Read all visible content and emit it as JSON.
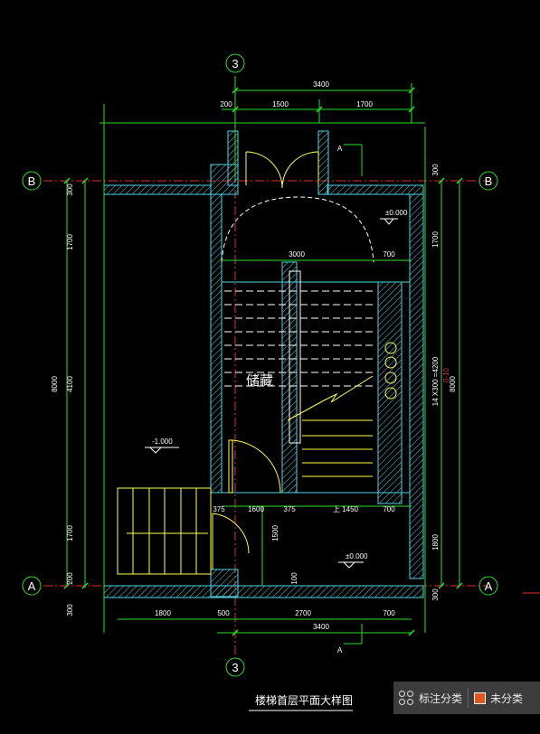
{
  "axes": {
    "col_3_top": "3",
    "col_3_bottom": "3",
    "row_B_left": "B",
    "row_B_right": "B",
    "row_A_left": "A",
    "row_A_right": "A"
  },
  "dims_top": {
    "overall": "3400",
    "d200": "200",
    "d1500": "1500",
    "d1700": "1700"
  },
  "dims_bottom": {
    "d1800": "1800",
    "d500": "500",
    "d2700": "2700",
    "d700": "700",
    "overall": "3400"
  },
  "dims_left": {
    "d300_top": "300",
    "d1700_top": "1700",
    "d4100": "4100",
    "d1700_bot": "1700",
    "d200": "200",
    "d300_bot": "300",
    "overall": "8000"
  },
  "dims_right": {
    "d300_top": "300",
    "d1700": "1700",
    "stairs": "14 X300 =4200",
    "d1800": "1800",
    "d300_bot": "300",
    "overall": "8000"
  },
  "dims_inner": {
    "d3000": "3000",
    "d700_top": "700",
    "d375a": "375",
    "d1600": "1600",
    "d375b": "375",
    "up_label": "上 1450",
    "d700_mid": "700",
    "d1500": "1500",
    "d100": "100",
    "red_mark": "0-10"
  },
  "levels": {
    "upper": "±0.000",
    "lower_right": "±0.000",
    "left": "-1.000"
  },
  "section_marks": {
    "top": "A",
    "bottom": "A"
  },
  "room_label": "储藏",
  "drawing_title": "楼梯首层平面大样图",
  "toolbar": {
    "annotate_label": "标注分类",
    "uncategorized_label": "未分类"
  },
  "colors": {
    "wall": "#4fd3e6",
    "dim": "#27e127",
    "axis_line": "#e03030",
    "stair": "#ffffff",
    "door": "#ffff4a"
  }
}
